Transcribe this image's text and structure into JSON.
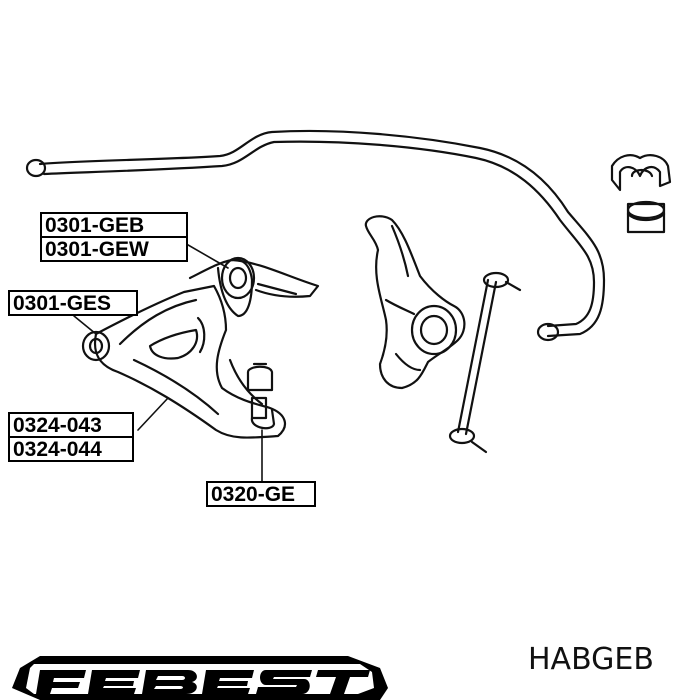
{
  "labels": {
    "geb": "0301-GEB",
    "gew": "0301-GEW",
    "ges": "0301-GES",
    "arm_left": "0324-043",
    "arm_right": "0324-044",
    "ball_joint": "0320-GE"
  },
  "logo": {
    "text": "FEBEST"
  },
  "part_code": "HABGEB"
}
